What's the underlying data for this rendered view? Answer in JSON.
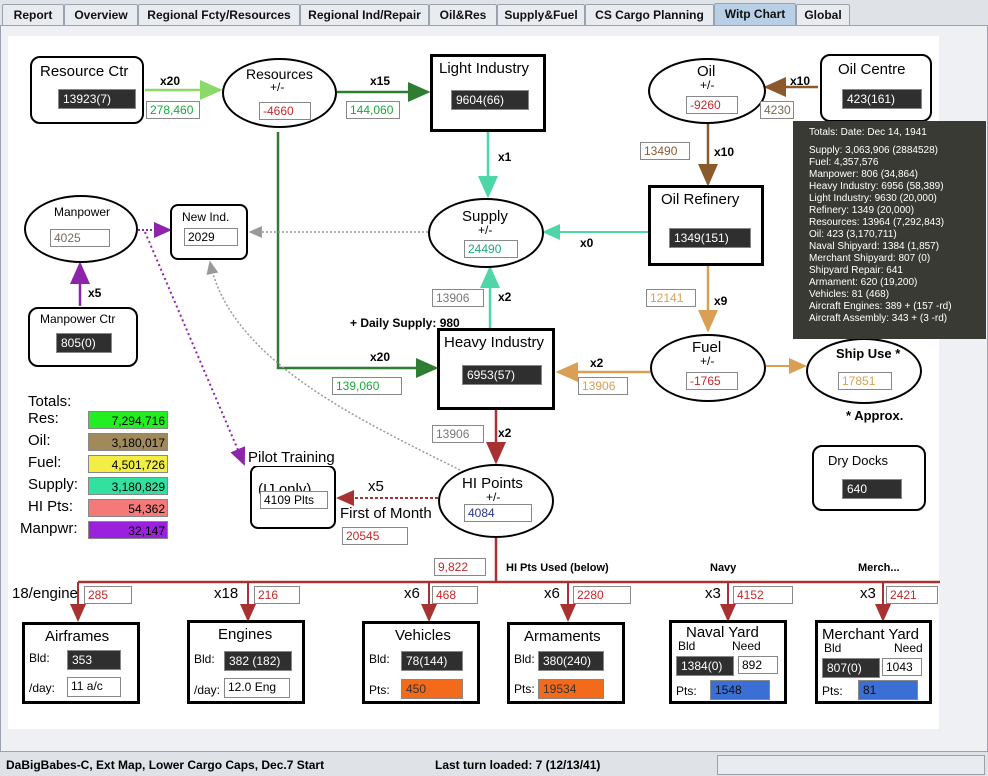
{
  "tabs": [
    "Report",
    "Overview",
    "Regional Fcty/Resources",
    "Regional Ind/Repair",
    "Oil&Res",
    "Supply&Fuel",
    "CS Cargo Planning",
    "Witp Chart",
    "Global"
  ],
  "active_tab": "Witp Chart",
  "resource_ctr": {
    "title": "Resource Ctr",
    "value": "13923(7)"
  },
  "resources": {
    "title": "Resources",
    "pm": "+/-",
    "value": "-4660"
  },
  "light_industry": {
    "title": "Light Industry",
    "value": "9604(66)"
  },
  "oil": {
    "title": "Oil",
    "pm": "+/-",
    "value": "-9260"
  },
  "oil_centre": {
    "title": "Oil Centre",
    "value": "423(161)"
  },
  "manpower": {
    "title": "Manpower",
    "value": "4025"
  },
  "new_ind": {
    "title": "New Ind.",
    "value": "2029"
  },
  "supply": {
    "title": "Supply",
    "pm": "+/-",
    "value": "24490"
  },
  "oil_refinery": {
    "title": "Oil Refinery",
    "value": "1349(151)"
  },
  "manpower_ctr": {
    "title": "Manpower Ctr",
    "value": "805(0)"
  },
  "heavy_industry": {
    "title": "Heavy Industry",
    "value": "6953(57)"
  },
  "fuel": {
    "title": "Fuel",
    "pm": "+/-",
    "value": "-1765"
  },
  "ship_use": {
    "title": "Ship Use *",
    "value": "17851",
    "approx": "* Approx."
  },
  "dry_docks": {
    "title": "Dry Docks",
    "value": "640"
  },
  "pilot_training": {
    "title1": "Pilot Training",
    "title2": "(IJ only)",
    "value": "4109 Plts"
  },
  "hi_points": {
    "title": "HI Points",
    "pm": "+/-",
    "value": "4084"
  },
  "flow": {
    "x20_res": "x20",
    "res_to_li": "278,460",
    "x15": "x15",
    "li_val": "144,060",
    "x10_oil": "x10",
    "oil_centre_val": "4230",
    "x1": "x1",
    "x10_ref": "x10",
    "ref_val": "13490",
    "x0": "x0",
    "x5_mp": "x5",
    "x2_sup": "x2",
    "sup_hi_val": "13906",
    "daily_supply": "+ Daily Supply: 980",
    "x9": "x9",
    "fuel_val": "12141",
    "x20_hi": "x20",
    "hi_res_val": "139,060",
    "x2_fuel": "x2",
    "fuel_hi_val": "13906",
    "x2_hip": "x2",
    "hip_val": "13906",
    "x5_pilot": "x5",
    "first_of_month": "First of Month",
    "fom_val": "20545",
    "hi_used_val": "9,822",
    "hi_used_lbl": "HI Pts Used (below)",
    "navy_lbl": "Navy",
    "merch_lbl": "Merch..."
  },
  "totals": {
    "title": "Totals:",
    "rows": [
      {
        "label": "Res:",
        "value": "7,294,716",
        "color": "#22ee22"
      },
      {
        "label": "Oil:",
        "value": "3,180,017",
        "color": "#a08a5c"
      },
      {
        "label": "Fuel:",
        "value": "4,501,726",
        "color": "#f2ee44"
      },
      {
        "label": "Supply:",
        "value": "3,180,829",
        "color": "#33e0a0"
      },
      {
        "label": "HI Pts:",
        "value": "54,362",
        "color": "#f47a7a"
      },
      {
        "label": "Manpwr:",
        "value": "32,147",
        "color": "#9a22dd"
      }
    ]
  },
  "tooltip": [
    "Totals:        Date: Dec 14, 1941",
    "Supply: 3,063,906 (2884528)",
    "Fuel: 4,357,576",
    "Manpower: 806 (34,864)",
    "Heavy Industry: 6956 (58,389)",
    "Light Industry: 9630 (20,000)",
    "Refinery: 1349 (20,000)",
    "Resources: 13964 (7,292,843)",
    "Oil: 423 (3,170,711)",
    "Naval Shipyard: 1384 (1,857)",
    "Merchant Shipyard: 807 (0)",
    "Shipyard Repair: 641",
    "Armament: 620 (19,200)",
    "Vehicles: 81 (468)",
    "Aircraft Engines: 389 + (157 -rd)",
    "Aircraft Assembly: 343 + (3 -rd)"
  ],
  "bottom": {
    "airframes": {
      "mult": "18/engine",
      "used": "285",
      "title": "Airframes",
      "bld_lbl": "Bld:",
      "bld": "353",
      "day_lbl": "/day:",
      "day": "11 a/c"
    },
    "engines": {
      "mult": "x18",
      "used": "216",
      "title": "Engines",
      "bld_lbl": "Bld:",
      "bld": "382 (182)",
      "day_lbl": "/day:",
      "day": "12.0 Eng"
    },
    "vehicles": {
      "mult": "x6",
      "used": "468",
      "title": "Vehicles",
      "bld_lbl": "Bld:",
      "bld": "78(144)",
      "pts_lbl": "Pts:",
      "pts": "450"
    },
    "armaments": {
      "mult": "x6",
      "used": "2280",
      "title": "Armaments",
      "bld_lbl": "Bld:",
      "bld": "380(240)",
      "pts_lbl": "Pts:",
      "pts": "19534"
    },
    "naval_yard": {
      "mult": "x3",
      "used": "4152",
      "title": "Naval Yard",
      "bld_lbl": "Bld",
      "need_lbl": "Need",
      "bld": "1384(0)",
      "need": "892",
      "pts_lbl": "Pts:",
      "pts": "1548"
    },
    "merchant_yard": {
      "mult": "x3",
      "used": "2421",
      "title": "Merchant Yard",
      "bld_lbl": "Bld",
      "need_lbl": "Need",
      "bld": "807(0)",
      "need": "1043",
      "pts_lbl": "Pts:",
      "pts": "81"
    }
  },
  "status": {
    "left": "DaBigBabes-C, Ext Map, Lower Cargo Caps, Dec.7 Start",
    "middle": "Last turn loaded: 7 (12/13/41)"
  }
}
